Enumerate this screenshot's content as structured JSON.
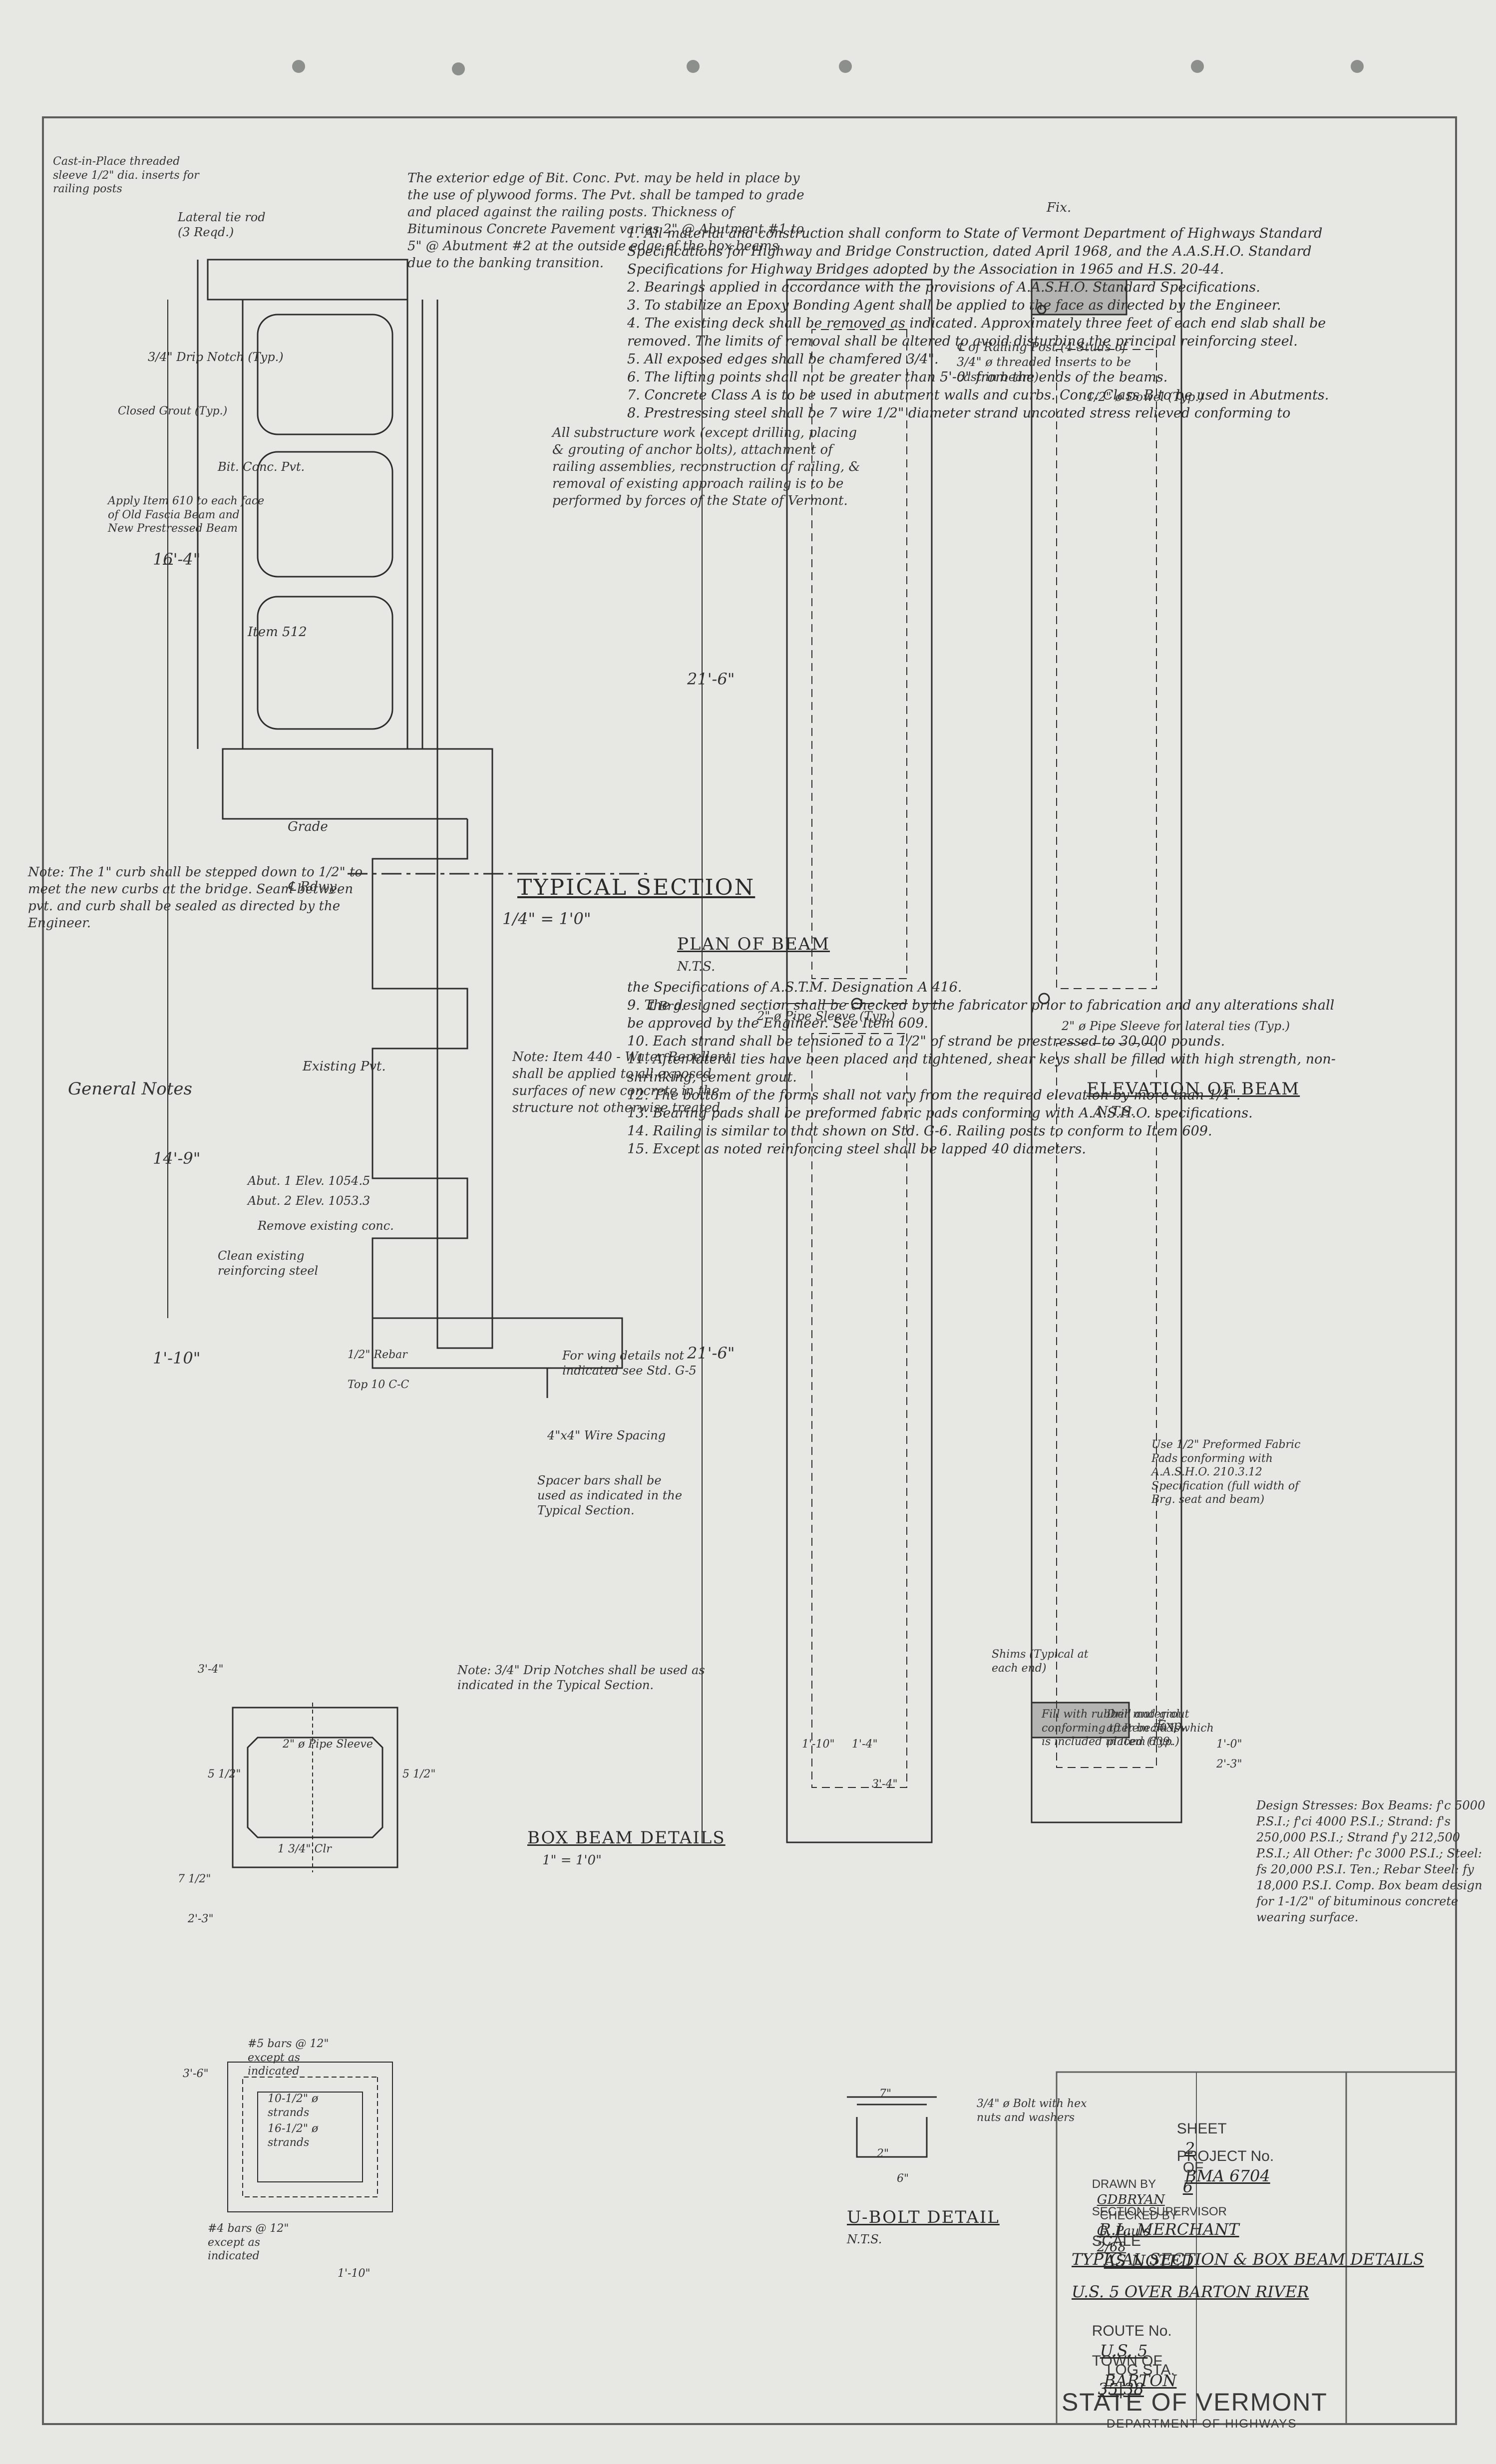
{
  "title_block": {
    "state": "STATE OF VERMONT",
    "department": "DEPARTMENT OF HIGHWAYS",
    "town_label": "TOWN OF",
    "town_value": "BARTON",
    "route_label": "ROUTE No.",
    "route_value": "U.S. 5",
    "log_label": "LOG STA.",
    "log_value": "35|38",
    "bridge_value": "U.S. 5 OVER BARTON RIVER",
    "sheet_title": "TYPICAL SECTION & BOX BEAM DETAILS",
    "scale_label": "SCALE",
    "scale_value": "AS NOTED",
    "supervisor_label": "SECTION SUPERVISOR",
    "supervisor_value": "R.L. MERCHANT",
    "drawn_label": "DRAWN BY",
    "drawn_value": "GDBRYAN",
    "checked_label": "CHECKED BY",
    "checked_value": "G. Pauls",
    "date_value": "2/68",
    "project_label": "PROJECT No.",
    "project_value": "BMA 6704",
    "sheet_label": "SHEET",
    "sheet_value": "2",
    "of_label": "OF",
    "sheet_total": "6"
  },
  "typical_section": {
    "title": "TYPICAL SECTION",
    "scale": "1/4\" = 1'0\"",
    "note_top": "The exterior edge of Bit. Conc. Pvt. may be held in place by the use of plywood forms. The Pvt. shall be tamped to grade and placed against the railing posts. Thickness of Bituminous Concrete Pavement varies 2\" @ Abutment #1 to 5\" @ Abutment #2 at the outside edge of the box beams due to the banking transition.",
    "note_right": "Note: The 1\" curb shall be stepped down to 1/2\" to meet the new curbs at the bridge. Seam between pvt. and curb shall be sealed as directed by the Engineer.",
    "substructure_note": "All substructure work (except drilling, placing & grouting of anchor bolts), attachment of railing assemblies, reconstruction of railing, & removal of existing approach railing is to be performed by forces of the State of Vermont.",
    "note_item": "Note: Item 440 - Water Repellent shall be applied to all exposed surfaces of new concrete in the structure not otherwise treated.",
    "dims": [
      "16'-4\"",
      "14'-9\"",
      "1'-10\""
    ],
    "labels": [
      "Item 512",
      "Grade",
      "℄ Rdwy",
      "Existing Pvt.",
      "Remove existing conc.",
      "Clean existing reinforcing steel",
      "Abut. 1 Elev. 1054.5",
      "Abut. 2 Elev. 1053.3",
      "Bit. Conc. Pvt.",
      "Lateral tie rod (3 Reqd.)",
      "3/4\" Drip Notch (Typ.)",
      "Cast-in-Place threaded sleeve 1/2\" dia. inserts for railing posts",
      "Closed Grout (Typ.)",
      "Apply Item 610 to each face of Old Fascia Beam and New Prestressed Beam",
      "1/2\" Rebar",
      "Top 10 C-C"
    ],
    "right_labels": [
      "For wing details not indicated see Std. G-5",
      "Spacer bars shall be used as indicated in the Typical Section.",
      "4\"x4\" Wire Spacing"
    ]
  },
  "plan_of_beam": {
    "title": "PLAN OF BEAM",
    "scale": "N.T.S.",
    "dims": [
      "21'-6\"",
      "21'-6\""
    ],
    "labels": [
      "℄ Brg.",
      "2\" ø Pipe Sleeve (Typ.)",
      "℄ of Railing Post (4 Studs of 3/4\" ø threaded inserts to be cast in beam)",
      "1/2\" ø Dowel (Typ.)"
    ]
  },
  "elevation_of_beam": {
    "title": "ELEVATION OF BEAM",
    "scale": "N.T.S.",
    "labels": [
      "2\" ø Pipe Sleeve for lateral ties (Typ.)",
      "Fix.",
      "Exp.",
      "Use 1/2\" Preformed Fabric Pads conforming with A.A.S.H.O. 210.3.12 Specification (full width of Brg. seat and beam)",
      "Fill with rubber material conforming to Item 503, which is included in Item 609.",
      "Drill and grout after beam is placed (Typ.)",
      "Shims (Typical at each end)"
    ],
    "dims": [
      "1'-0\"",
      "2'-3\"",
      "1'-4\"",
      "3'-4\"",
      "1'-10\""
    ]
  },
  "box_beam": {
    "title": "BOX BEAM DETAILS",
    "scale": "1\" = 1'0\"",
    "labels": [
      "2\" ø Pipe Sleeve",
      "Note: 3/4\" Drip Notches shall be used as indicated in the Typical Section.",
      "#5 bars @ 12\" except as indicated",
      "10-1/2\" ø strands",
      "16-1/2\" ø strands",
      "#4 bars @ 12\" except as indicated"
    ],
    "dims": [
      "3'-4\"",
      "5 1/2\"",
      "5 1/2\"",
      "2'-3\"",
      "7 1/2\"",
      "1'-10\"",
      "3'-6\"",
      "1 3/4\" Clr"
    ]
  },
  "u_bolt": {
    "title": "U-BOLT DETAIL",
    "scale": "N.T.S.",
    "labels": [
      "3/4\" ø Bolt with hex nuts and washers"
    ],
    "dims": [
      "7\"",
      "2\"",
      "6\""
    ]
  },
  "design_stresses": "Design Stresses: Box Beams: f'c 5000 P.S.I.; f'ci 4000 P.S.I.; Strand: f's 250,000 P.S.I.; Strand f'y 212,500 P.S.I.; All Other: f'c 3000 P.S.I.; Steel: fs 20,000 P.S.I. Ten.; Rebar Steel: fy 18,000 P.S.I. Comp. Box beam design for 1-1/2\" of bituminous concrete wearing surface.",
  "general_notes": {
    "heading": "General Notes",
    "col1": [
      "1. All material and construction shall conform to State of Vermont Department of Highways Standard Specifications for Highway and Bridge Construction, dated April 1968, and the A.A.S.H.O. Standard Specifications for Highway Bridges adopted by the Association in 1965 and H.S. 20-44.",
      "2. Bearings applied in accordance with the provisions of A.A.S.H.O. Standard Specifications.",
      "3. To stabilize an Epoxy Bonding Agent shall be applied to the face as directed by the Engineer.",
      "4. The existing deck shall be removed as indicated. Approximately three feet of each end slab shall be removed. The limits of removal shall be altered to avoid disturbing the principal reinforcing steel.",
      "5. All exposed edges shall be chamfered 3/4\".",
      "6. The lifting points shall not be greater than 5'-0\" from the ends of the beams.",
      "7. Concrete Class A is to be used in abutment walls and curbs. Conc. Class B to be used in Abutments.",
      "8. Prestressing steel shall be 7 wire 1/2\" diameter strand uncoated stress relieved conforming to"
    ],
    "col2": [
      "the Specifications of A.S.T.M. Designation A 416.",
      "9. The designed section shall be checked by the fabricator prior to fabrication and any alterations shall be approved by the Engineer. See Item 609.",
      "10. Each strand shall be tensioned to a 1/2\" of strand be prestressed to 30,000 pounds.",
      "11. After lateral ties have been placed and tightened, shear keys shall be filled with high strength, non-shrinking, cement grout.",
      "12. The bottom of the forms shall not vary from the required elevation by more than 1/4\".",
      "13. Bearing pads shall be preformed fabric pads conforming with A.A.S.H.O. specifications.",
      "14. Railing is similar to that shown on Std. G-6. Railing posts to conform to Item 609.",
      "15. Except as noted reinforcing steel shall be lapped 40 diameters."
    ]
  },
  "colors": {
    "paper": "#e7e8e4",
    "ink": "#2b2b2b",
    "frame": "#6a6c6a",
    "hole": "#8d8f8c"
  }
}
